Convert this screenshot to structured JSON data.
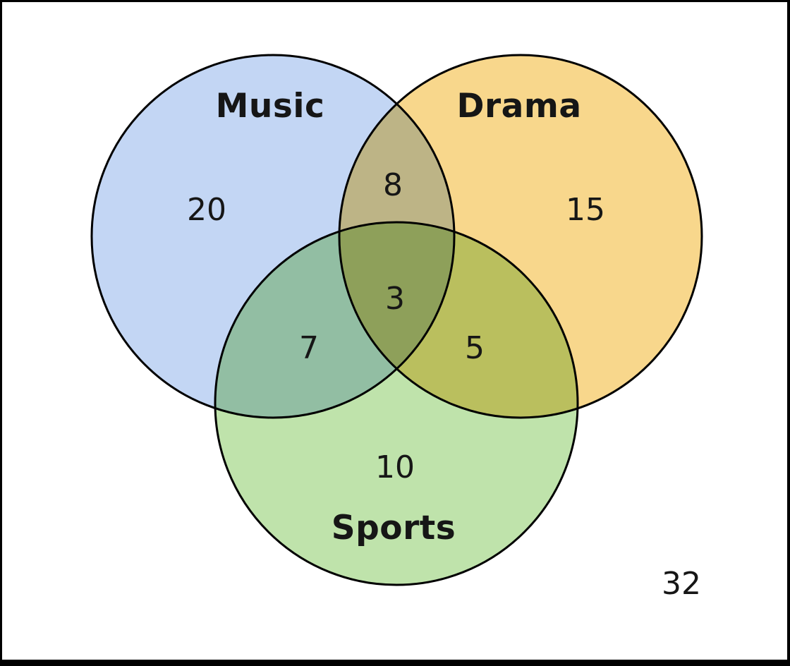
{
  "venn": {
    "labels": {
      "music": "Music",
      "drama": "Drama",
      "sports": "Sports"
    },
    "values": {
      "music_only": "20",
      "drama_only": "15",
      "sports_only": "10",
      "music_drama": "8",
      "music_sports": "7",
      "drama_sports": "5",
      "all_three": "3",
      "outside": "32"
    },
    "colors": {
      "music_fill": "#c3d6f4",
      "drama_fill": "#f8d78c",
      "sports_fill": "#bfe3ab",
      "circle_stroke": "#000000",
      "text": "#161616",
      "background": "#ffffff",
      "frame": "#000000"
    }
  },
  "diagram_meta": {
    "type": "venn",
    "sets": [
      {
        "label": "Music",
        "only_value": 20
      },
      {
        "label": "Drama",
        "only_value": 15
      },
      {
        "label": "Sports",
        "only_value": 10
      }
    ],
    "intersections": [
      {
        "sets": [
          "Music",
          "Drama"
        ],
        "value": 8
      },
      {
        "sets": [
          "Music",
          "Sports"
        ],
        "value": 7
      },
      {
        "sets": [
          "Drama",
          "Sports"
        ],
        "value": 5
      },
      {
        "sets": [
          "Music",
          "Drama",
          "Sports"
        ],
        "value": 3
      }
    ],
    "outside_value": 32
  }
}
